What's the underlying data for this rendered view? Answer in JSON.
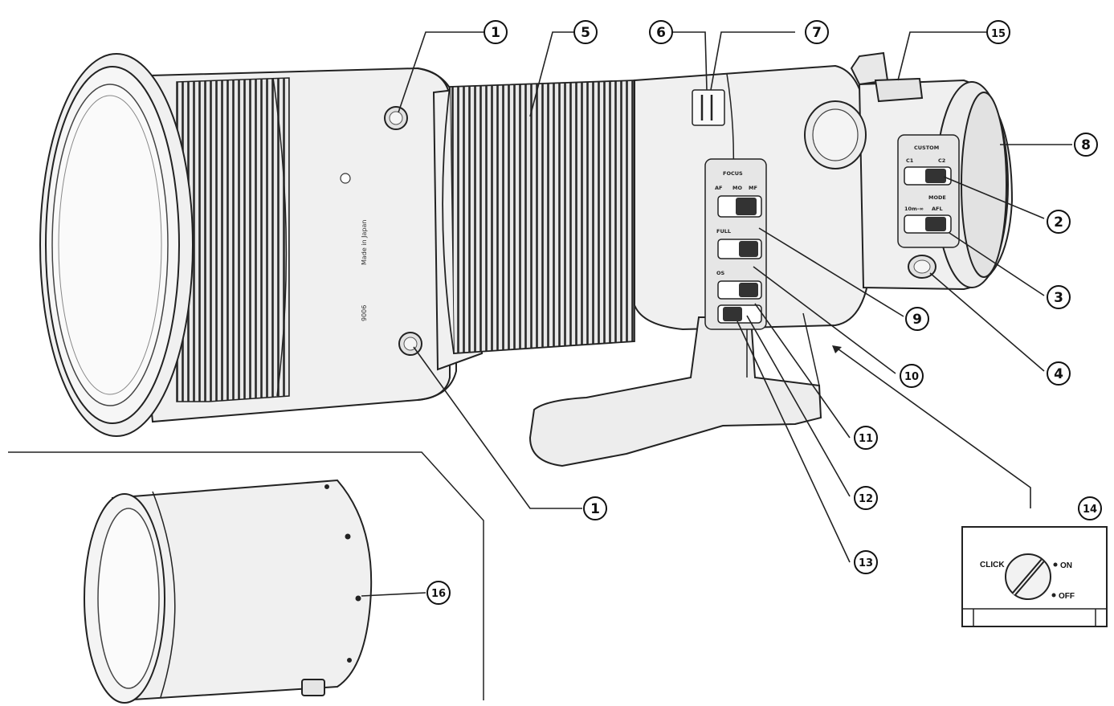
{
  "callouts": {
    "c1a": "1",
    "c1b": "1",
    "c2": "2",
    "c3": "3",
    "c4": "4",
    "c5": "5",
    "c6": "6",
    "c7": "7",
    "c8": "8",
    "c9": "9",
    "c10": "10",
    "c11": "11",
    "c12": "12",
    "c13": "13",
    "c14": "14",
    "c15": "15",
    "c16": "16"
  },
  "lens_markings": {
    "made_in": "Made in Japan",
    "serial_prefix": "9006",
    "focus_label": "FOCUS",
    "af": "AF",
    "mf": "MF",
    "mo": "MO",
    "os_label": "OS",
    "custom_label": "CUSTOM",
    "c1": "C1",
    "c2": "C2",
    "off": "OFF",
    "mode": "MODE",
    "limit": "FULL",
    "distance": "10m-∞",
    "afl": "AFL"
  },
  "inset": {
    "click": "CLICK",
    "on": "ON",
    "off": "OFF"
  }
}
